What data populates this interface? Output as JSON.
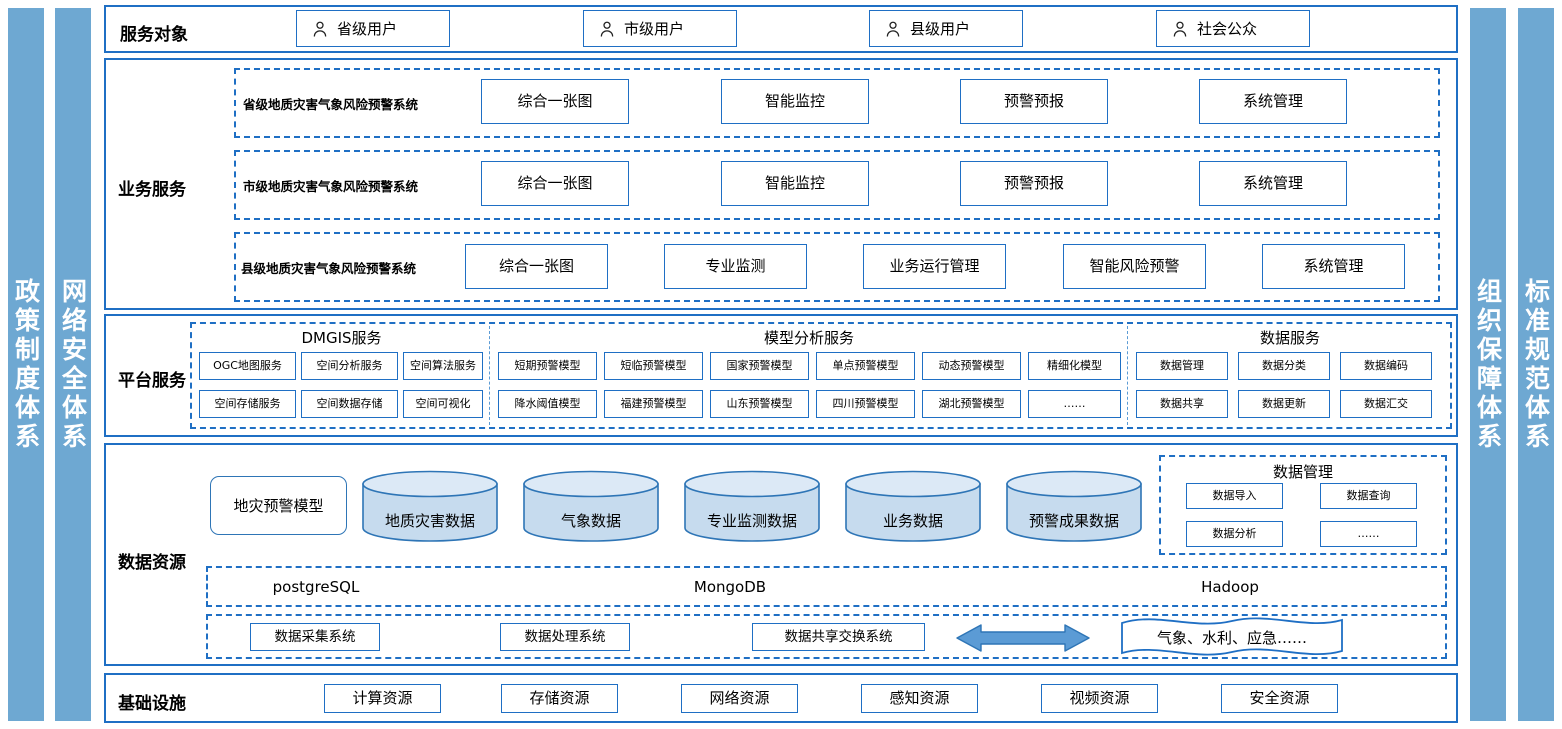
{
  "left_bars": [
    {
      "label": "政策制度体系"
    },
    {
      "label": "网络安全体系"
    }
  ],
  "right_bars": [
    {
      "label": "组织保障体系"
    },
    {
      "label": "标准规范体系"
    }
  ],
  "service_objects": {
    "row_label": "服务对象",
    "icon": "user-icon",
    "items": [
      {
        "label": "省级用户"
      },
      {
        "label": "市级用户"
      },
      {
        "label": "县级用户"
      },
      {
        "label": "社会公众"
      }
    ]
  },
  "business_services": {
    "row_label": "业务服务",
    "groups": [
      {
        "title": "省级地质灾害气象风险预警系统",
        "items": [
          "综合一张图",
          "智能监控",
          "预警预报",
          "系统管理"
        ]
      },
      {
        "title": "市级地质灾害气象风险预警系统",
        "items": [
          "综合一张图",
          "智能监控",
          "预警预报",
          "系统管理"
        ]
      },
      {
        "title": "县级地质灾害气象风险预警系统",
        "items": [
          "综合一张图",
          "专业监测",
          "业务运行管理",
          "智能风险预警",
          "系统管理"
        ]
      }
    ]
  },
  "platform_services": {
    "row_label": "平台服务",
    "groups": [
      {
        "title": "DMGIS服务",
        "row1": [
          "OGC地图服务",
          "空间分析服务",
          "空间算法服务"
        ],
        "row2": [
          "空间存储服务",
          "空间数据存储",
          "空间可视化"
        ]
      },
      {
        "title": "模型分析服务",
        "row1": [
          "短期预警模型",
          "短临预警模型",
          "国家预警模型",
          "单点预警模型",
          "动态预警模型",
          "精细化模型"
        ],
        "row2": [
          "降水阈值模型",
          "福建预警模型",
          "山东预警模型",
          "四川预警模型",
          "湖北预警模型",
          "……"
        ]
      },
      {
        "title": "数据服务",
        "row1": [
          "数据管理",
          "数据分类",
          "数据编码"
        ],
        "row2": [
          "数据共享",
          "数据更新",
          "数据汇交"
        ]
      }
    ]
  },
  "data_resources": {
    "row_label": "数据资源",
    "model_box": "地灾预警模型",
    "cylinders": [
      "地质灾害数据",
      "气象数据",
      "专业监测数据",
      "业务数据",
      "预警成果数据"
    ],
    "data_management": {
      "title": "数据管理",
      "items": [
        "数据导入",
        "数据查询",
        "数据分析",
        "……"
      ]
    },
    "databases": [
      "postgreSQL",
      "MongoDB",
      "Hadoop"
    ],
    "systems": [
      "数据采集系统",
      "数据处理系统",
      "数据共享交换系统"
    ],
    "exchange_arrow": "double-arrow-icon",
    "external": "气象、水利、应急……"
  },
  "infrastructure": {
    "row_label": "基础设施",
    "items": [
      "计算资源",
      "存储资源",
      "网络资源",
      "感知资源",
      "视频资源",
      "安全资源"
    ]
  },
  "colors": {
    "bar_blue": "#6EA8D2",
    "border_blue": "#1F6FC4",
    "cylinder_fill": "#C6DBEE",
    "cylinder_stroke": "#2E75B6",
    "arrow_fill": "#5B9BD5"
  }
}
